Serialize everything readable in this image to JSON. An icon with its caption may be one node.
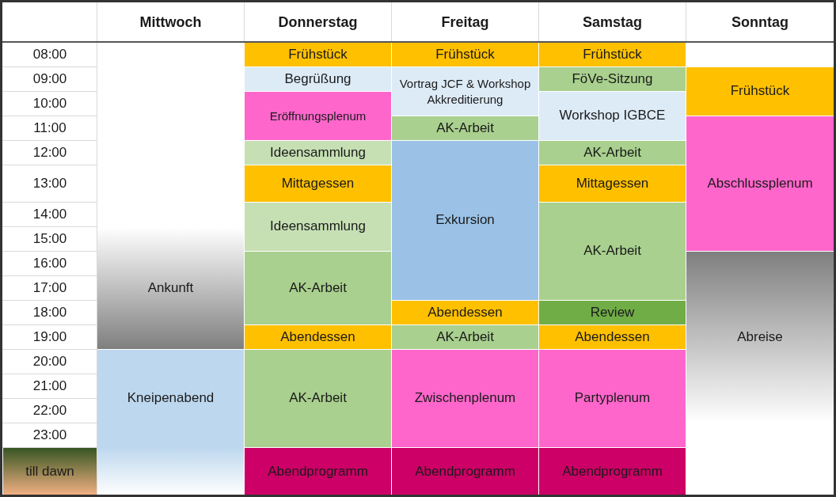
{
  "diagram": {
    "labels": [
      "Mittwoch",
      "Donnerstag",
      "Freitag",
      "Samstag",
      "Sonntag",
      "08:00",
      "Frühstück",
      "Frühstück",
      "Frühstück",
      "09:00",
      "Begrüßung",
      "Vortrag JCF & Workshop Akkreditierung",
      "FöVe-Sitzung",
      "Frühstück",
      "10:00",
      "Eröffnungsplenum",
      "Workshop IGBCE",
      "11:00",
      "AK-Arbeit",
      "Abschlussplenum",
      "12:00",
      "Ideensammlung",
      "Exkursion",
      "AK-Arbeit",
      "13:00",
      "Mittagessen",
      "Mittagessen",
      "14:00",
      "Ideensammlung",
      "AK-Arbeit",
      "15:00",
      "Ankunft",
      "16:00",
      "AK-Arbeit",
      "Abreise",
      "17:00",
      "18:00",
      "Abendessen",
      "Review",
      "19:00",
      "Abendessen",
      "AK-Arbeit",
      "Abendessen",
      "20:00",
      "Kneipenabend",
      "AK-Arbeit",
      "Zwischenplenum",
      "Partyplenum",
      "21:00",
      "22:00",
      "23:00",
      "till dawn",
      "Abendprogramm",
      "Abendprogramm",
      "Abendprogramm"
    ]
  }
}
